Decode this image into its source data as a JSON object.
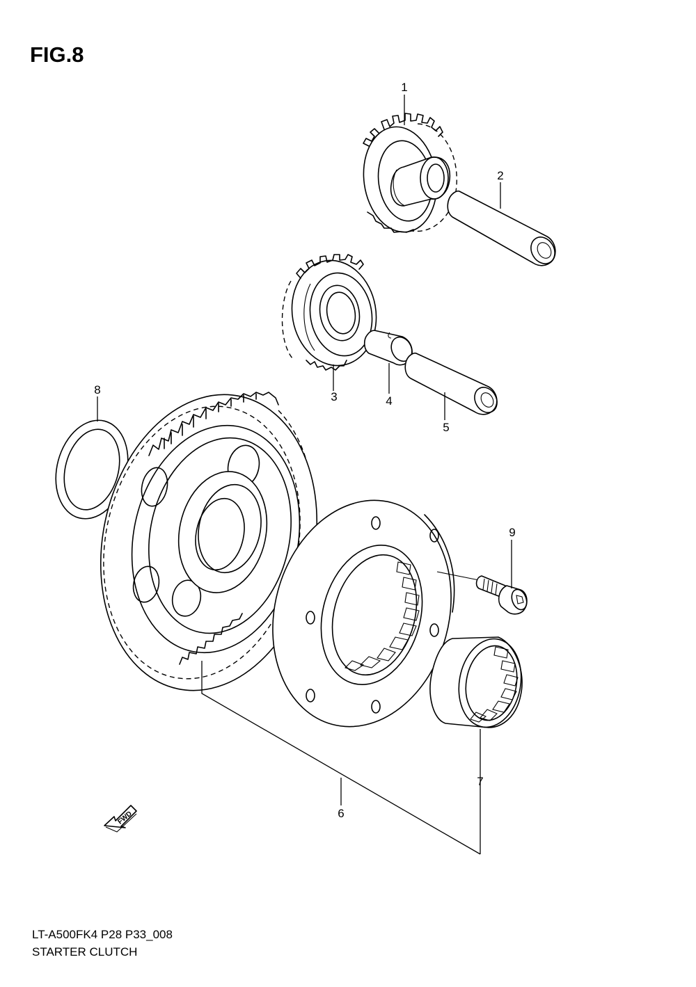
{
  "figure": {
    "title": "FIG.8"
  },
  "footer": {
    "model_code": "LT-A500FK4 P28 P33_008",
    "section_name": "STARTER CLUTCH"
  },
  "callouts": [
    {
      "number": "1"
    },
    {
      "number": "2"
    },
    {
      "number": "3"
    },
    {
      "number": "4"
    },
    {
      "number": "5"
    },
    {
      "number": "6"
    },
    {
      "number": "7"
    },
    {
      "number": "8"
    },
    {
      "number": "9"
    }
  ],
  "direction_marker": {
    "label": "FWD",
    "icon": "arrow-left-down-icon"
  },
  "colors": {
    "line": "#000000",
    "background": "#ffffff"
  }
}
